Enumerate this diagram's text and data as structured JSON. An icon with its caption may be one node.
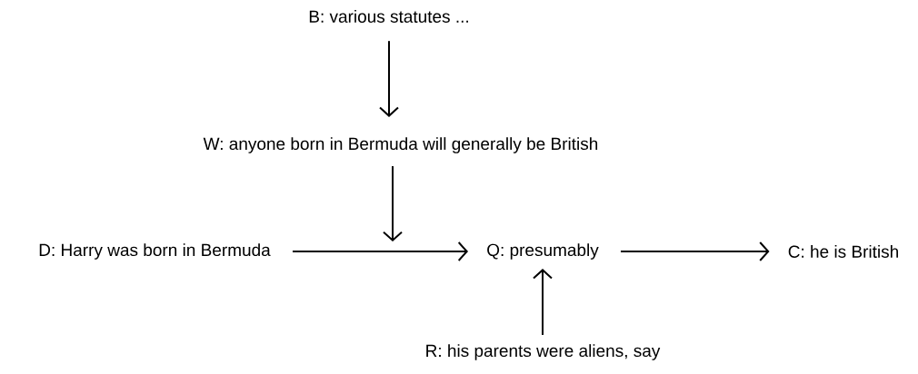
{
  "diagram": {
    "nodes": [
      {
        "text": [
          "B: various statutes ..."
        ]
      },
      {
        "text": [
          "W: anyone born in Bermuda will generally be British"
        ]
      },
      {
        "text": [
          "D: Harry was born in Bermuda"
        ]
      },
      {
        "text": [
          "Q: presumably"
        ]
      },
      {
        "text": [
          "C: he is British"
        ]
      },
      {
        "text": [
          "R: his parents were aliens, say"
        ]
      }
    ],
    "edges": [
      {
        "from": 0,
        "to": 1,
        "arrow": "to"
      },
      {
        "from": 1,
        "to": null,
        "arrow": "to"
      },
      {
        "from": 2,
        "to": 3,
        "arrow": "to"
      },
      {
        "from": 3,
        "to": 4,
        "arrow": "to"
      },
      {
        "from": 5,
        "to": 3,
        "arrow": "to"
      }
    ]
  }
}
